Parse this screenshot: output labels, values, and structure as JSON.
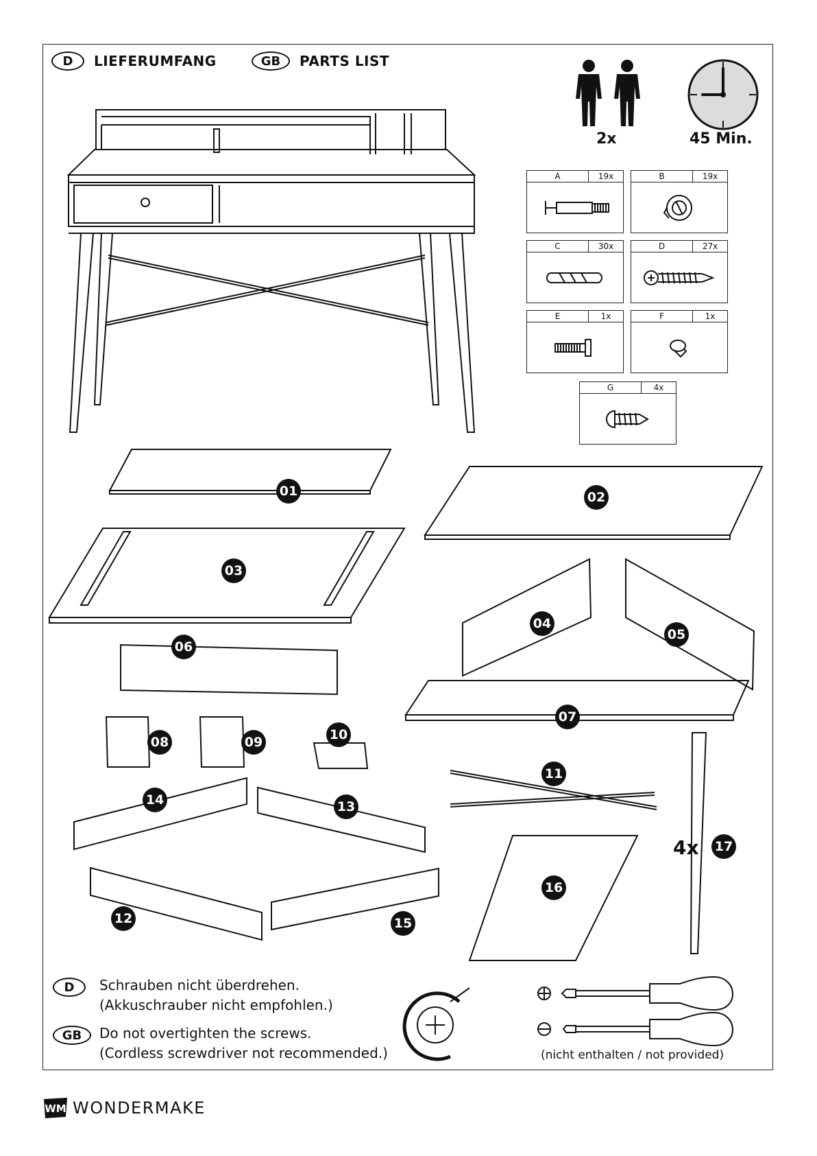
{
  "header": {
    "de_code": "D",
    "de_title": "LIEFERUMFANG",
    "gb_code": "GB",
    "gb_title": "PARTS LIST"
  },
  "requirements": {
    "persons": "2x",
    "time": "45 Min."
  },
  "hardware": [
    {
      "letter": "A",
      "qty": "19x",
      "icon": "cam-bolt-icon"
    },
    {
      "letter": "B",
      "qty": "19x",
      "icon": "cam-lock-icon"
    },
    {
      "letter": "C",
      "qty": "30x",
      "icon": "wooden-dowel-icon"
    },
    {
      "letter": "D",
      "qty": "27x",
      "icon": "wood-screw-icon"
    },
    {
      "letter": "E",
      "qty": "1x",
      "icon": "machine-screw-icon"
    },
    {
      "letter": "F",
      "qty": "1x",
      "icon": "drawer-knob-icon"
    },
    {
      "letter": "G",
      "qty": "4x",
      "icon": "short-screw-icon"
    }
  ],
  "parts": [
    "01",
    "02",
    "03",
    "04",
    "05",
    "06",
    "07",
    "08",
    "09",
    "10",
    "11",
    "12",
    "13",
    "14",
    "15",
    "16",
    "17"
  ],
  "leg_count": "4x",
  "notes": {
    "de_code": "D",
    "de_line1": "Schrauben nicht überdrehen.",
    "de_line2": "(Akkuschrauber nicht empfohlen.)",
    "gb_code": "GB",
    "gb_line1": "Do not overtighten the screws.",
    "gb_line2": "(Cordless screwdriver not recommended.)",
    "tools_note": "(nicht enthalten / not provided)"
  },
  "brand": {
    "logo_text": "WM",
    "name": "WONDERMAKE"
  }
}
